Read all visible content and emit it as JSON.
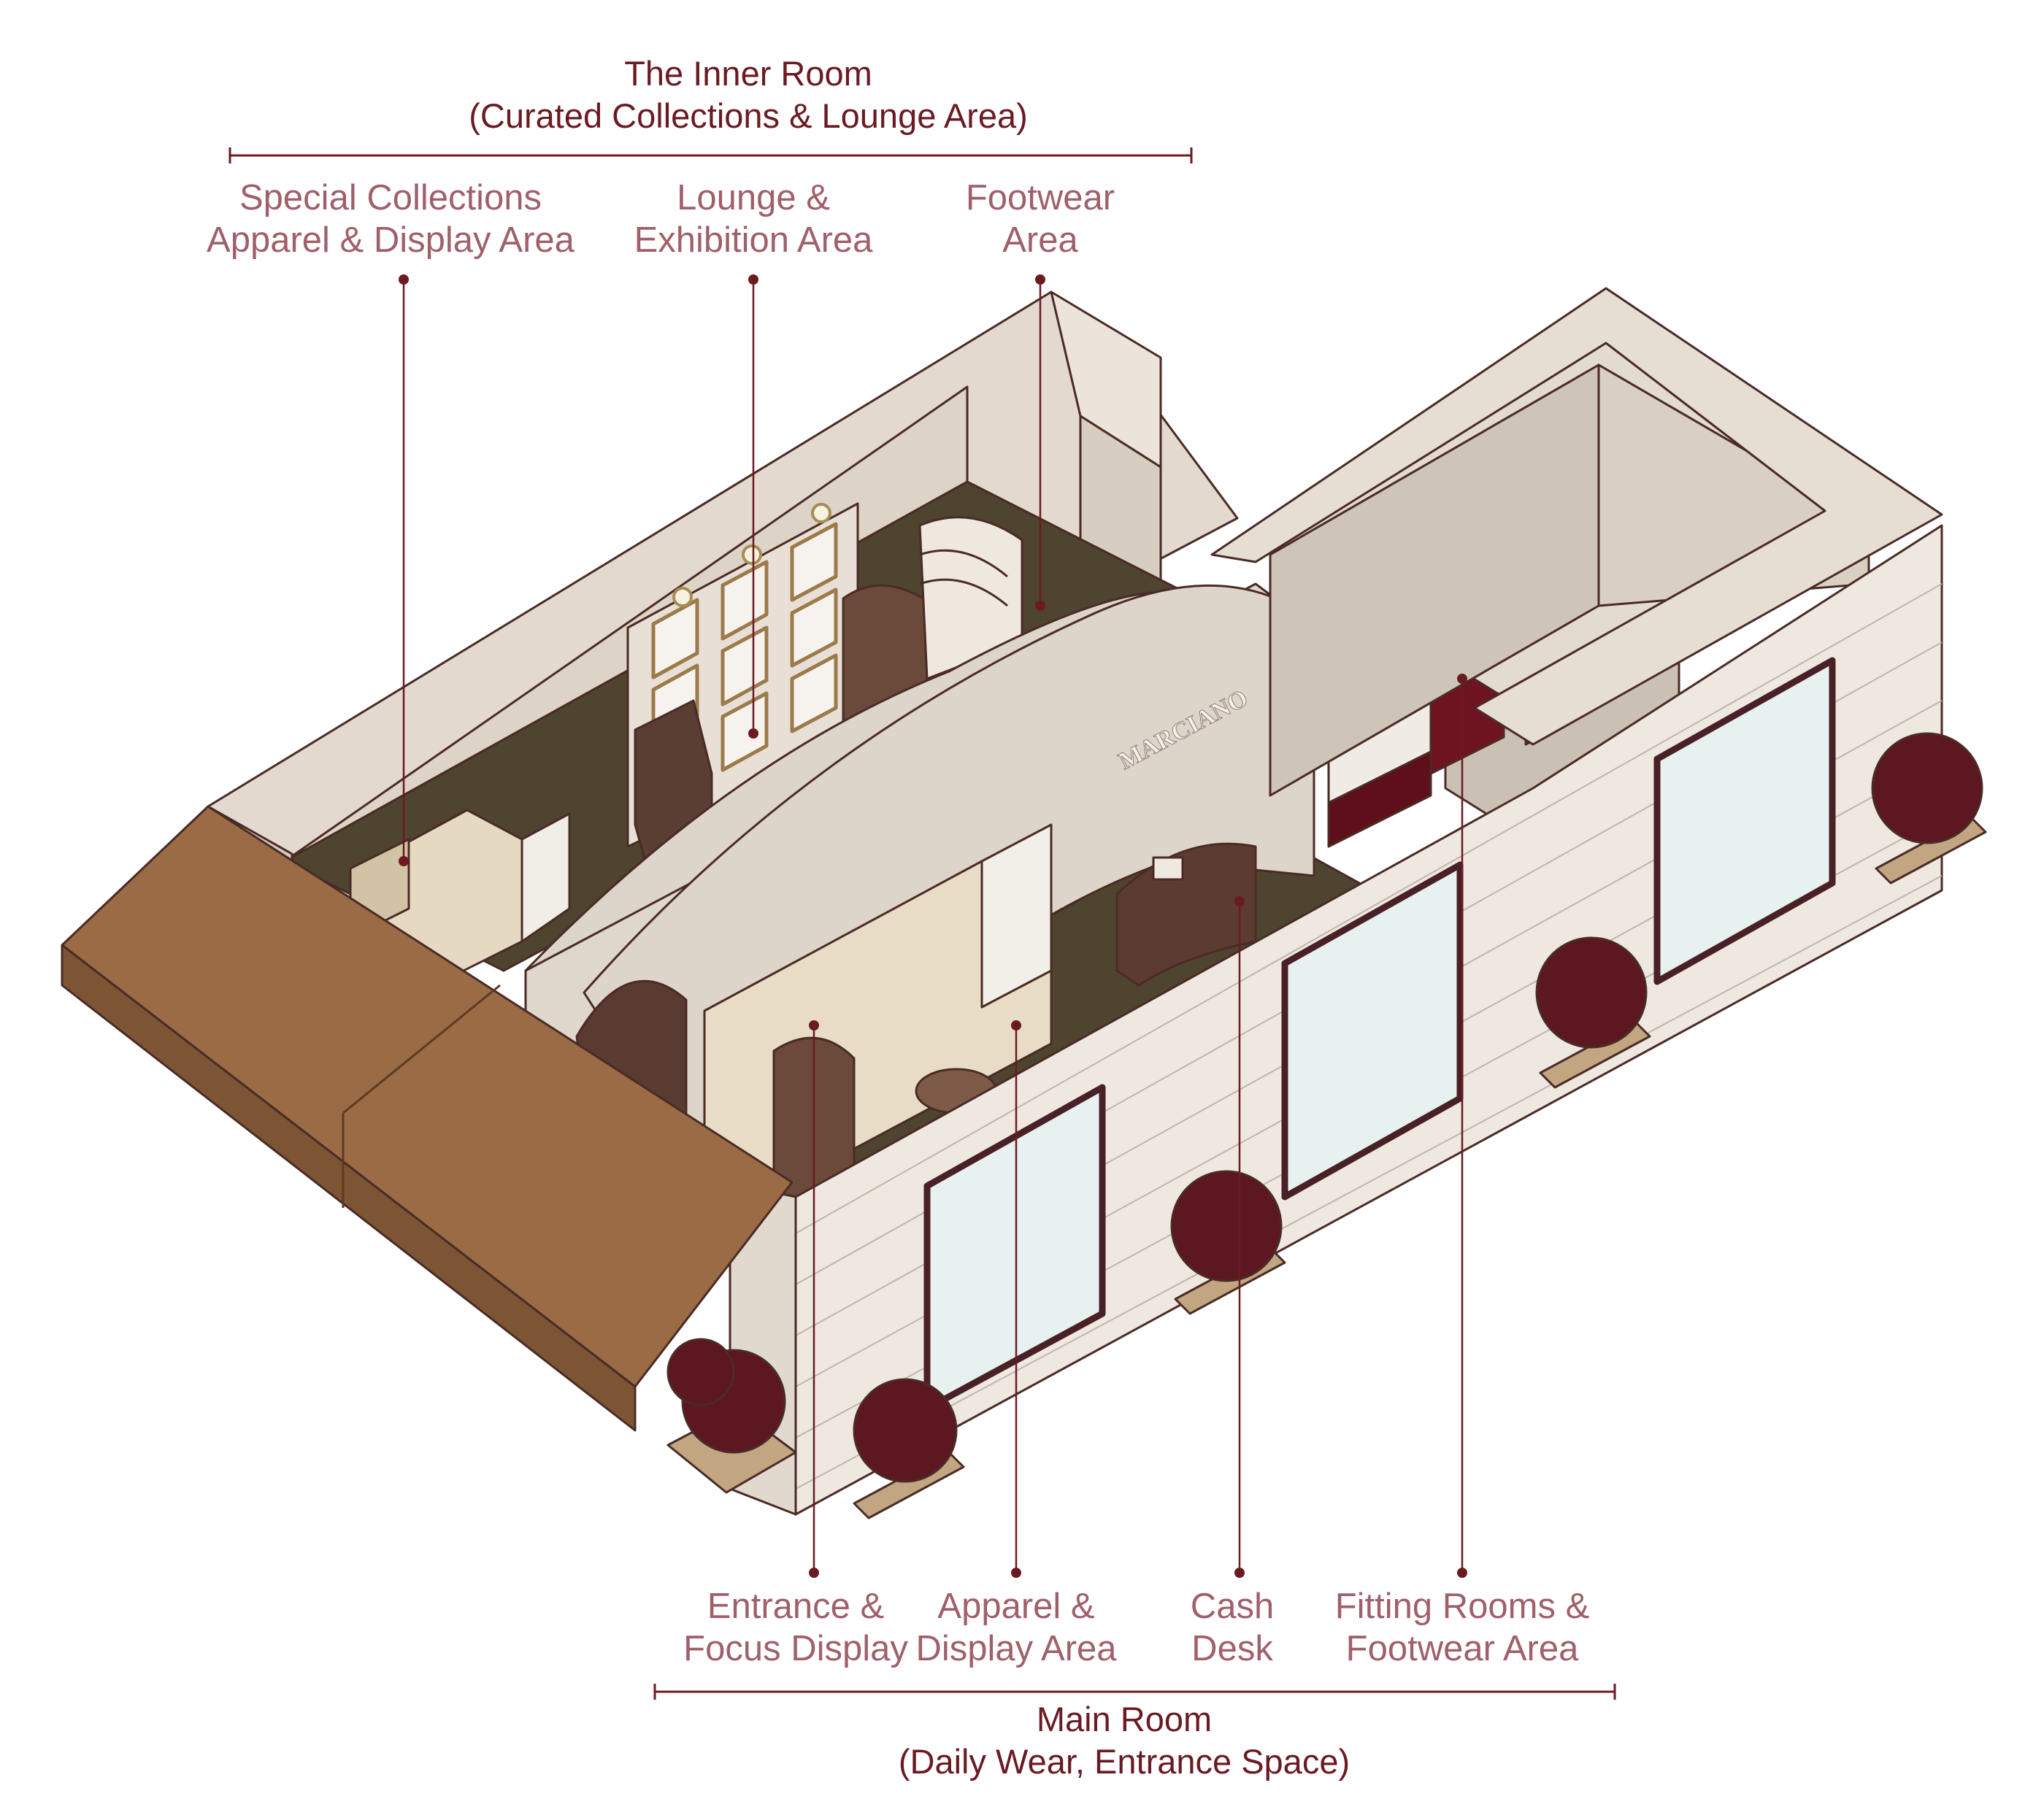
{
  "inner_room": {
    "title": "The Inner Room",
    "subtitle": "(Curated Collections & Lounge Area)",
    "areas": [
      {
        "line1": "Special Collections",
        "line2": "Apparel & Display Area"
      },
      {
        "line1": "Lounge &",
        "line2": "Exhibition Area"
      },
      {
        "line1": "Footwear",
        "line2": "Area"
      }
    ]
  },
  "main_room": {
    "title": "Main Room",
    "subtitle": "(Daily Wear, Entrance Space)",
    "areas": [
      {
        "line1": "Entrance &",
        "line2": "Focus Display"
      },
      {
        "line1": "Apparel &",
        "line2": "Display Area"
      },
      {
        "line1": "Cash",
        "line2": "Desk"
      },
      {
        "line1": "Fitting Rooms &",
        "line2": "Footwear Area"
      }
    ]
  },
  "store_sign_text": "MARCIANO",
  "colors": {
    "label_text": "#a0606a",
    "heading_text": "#6b1a22",
    "leader_line": "#6b1a22",
    "wall_light": "#e6ddd3",
    "wall_mid": "#d6cbbf",
    "floor_dark": "#4d4230",
    "awning": "#9a6b45",
    "glass": "#e9f2f1",
    "accent_red": "#5e0f1a",
    "plant": "#5c1721"
  }
}
